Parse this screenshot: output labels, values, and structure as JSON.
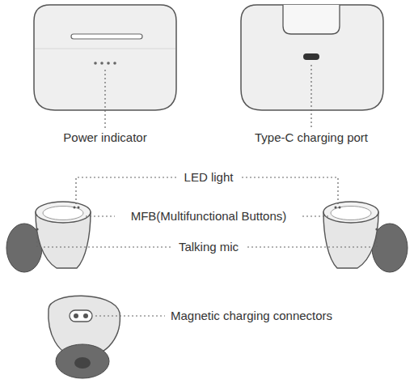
{
  "diagram": {
    "labels": [
      "Power indicator",
      "Type-C charging port",
      "LED light",
      "MFB(Multifunctional Buttons)",
      "Talking mic",
      "Magnetic charging connectors"
    ]
  }
}
